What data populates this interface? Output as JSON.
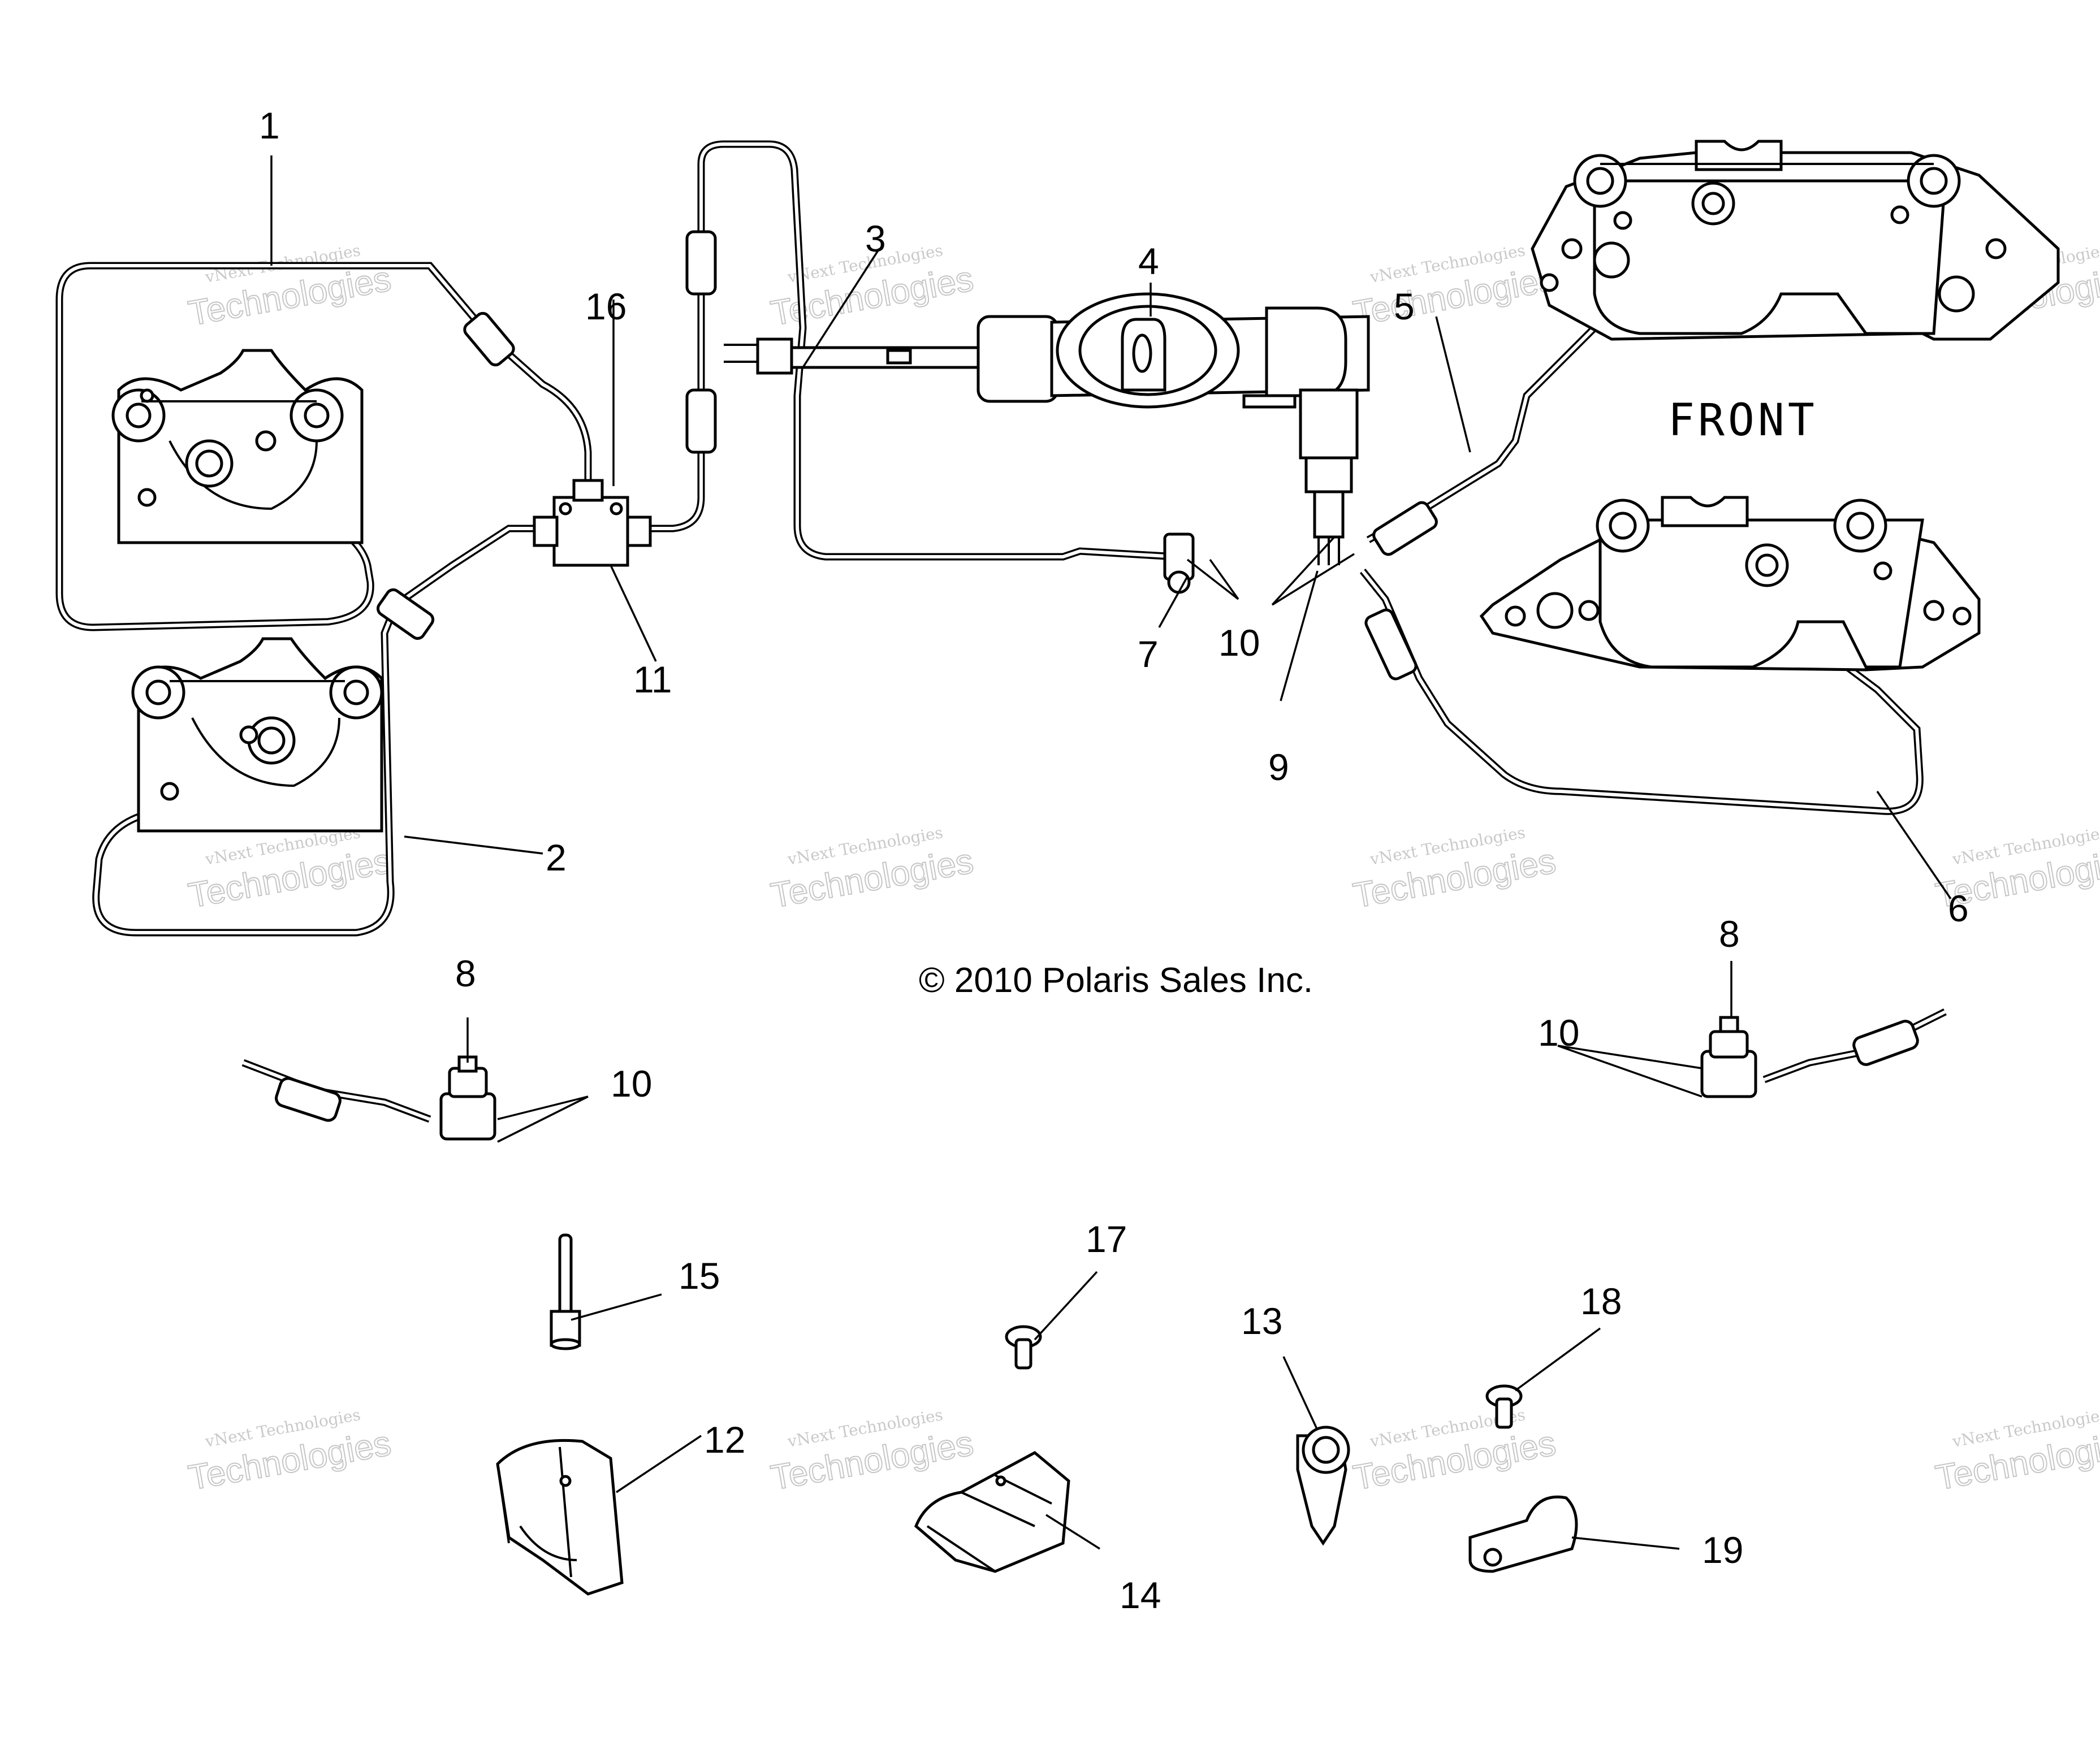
{
  "copyright": "© 2010 Polaris Sales Inc.",
  "front_label": "FRONT",
  "watermark": {
    "line1": "vNext Technologies",
    "line2": "Technologies",
    "overlay": "vNext"
  },
  "callouts": {
    "c1": "1",
    "c2": "2",
    "c3": "3",
    "c4": "4",
    "c5": "5",
    "c6": "6",
    "c7": "7",
    "c8a": "8",
    "c8b": "8",
    "c9": "9",
    "c10a": "10",
    "c10b": "10",
    "c10c": "10",
    "c11": "11",
    "c12": "12",
    "c13": "13",
    "c14": "14",
    "c15": "15",
    "c16": "16",
    "c17": "17",
    "c18": "18",
    "c19": "19"
  }
}
